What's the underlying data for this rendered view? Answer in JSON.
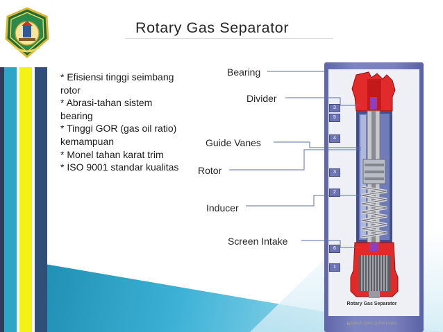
{
  "slide": {
    "title": "Rotary Gas Separator",
    "bullets": [
      "* Efisiensi tinggi seimbang rotor",
      "* Abrasi-tahan sistem bearing",
      "* Tinggi GOR (gas oil ratio) kemampuan",
      "* Monel tahan karat trim",
      "* ISO 9001 standar kualitas"
    ]
  },
  "diagram": {
    "labels": {
      "bearing": "Bearing",
      "divider": "Divider",
      "guide_vanes": "Guide Vanes",
      "rotor": "Rotor",
      "inducer": "Inducer",
      "screen_intake": "Screen Intake"
    },
    "part_numbers": [
      "3",
      "5",
      "4",
      "3",
      "2",
      "6",
      "1"
    ],
    "caption": "Rotary Gas Separator"
  },
  "colors": {
    "stripe_navy": "#2f4f78",
    "stripe_cyan": "#2ea6c8",
    "stripe_yellow": "#f2f217",
    "panel": "#7a80be",
    "housing_red": "#e22a2a"
  },
  "icons": {
    "logo": "university-crest-icon"
  }
}
